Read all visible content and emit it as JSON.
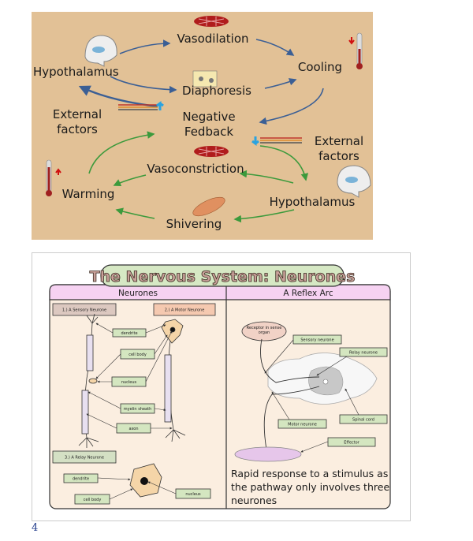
{
  "thermoregulation": {
    "labels": {
      "vasodilation": "Vasodilation",
      "hypothalamus_top": "Hypothalamus",
      "cooling": "Cooling",
      "diaphoresis": "Diaphoresis",
      "external_factors_left": [
        "External",
        "factors"
      ],
      "negative_feedback": [
        "Negative",
        "Fedback"
      ],
      "external_factors_right": [
        "External",
        "factors"
      ],
      "vasoconstriction": "Vasoconstriction",
      "warming": "Warming",
      "hypothalamus_bottom": "Hypothalamus",
      "shivering": "Shivering"
    },
    "colors": {
      "background": "#e2c196",
      "cooling_arrows": "#3b5f95",
      "warming_arrows": "#3c9a3c"
    }
  },
  "nervous_system": {
    "title": "The Nervous System: Neurones",
    "left_header": "Neurones",
    "right_header": "A Reflex Arc",
    "sensory_title": "1.) A Sensory Neurone",
    "motor_title": "2.) A Motor Neurone",
    "relay_title": "3.) A Relay Neurone",
    "neuron_labels": {
      "dendrite": "dendrite",
      "cell_body": "cell body",
      "nucleus": "nucleus",
      "myelin_sheath": "myelin sheath",
      "axon": "axon"
    },
    "relay_labels": {
      "dendrite": "dendrite",
      "cell_body": "cell body",
      "nucleus": "nucleus"
    },
    "reflex_labels": {
      "receptor": [
        "Receptor in sense",
        "organ"
      ],
      "sensory_neurone": "Sensory neurone",
      "relay_neurone": "Relay neurone",
      "motor_neurone": "Motor neurone",
      "spinal_cord": "Spinal cord",
      "effector": "Effector"
    },
    "description": [
      "Rapid response to a stimulus as",
      "the pathway only involves three",
      "neurones"
    ]
  },
  "page_number": "4"
}
